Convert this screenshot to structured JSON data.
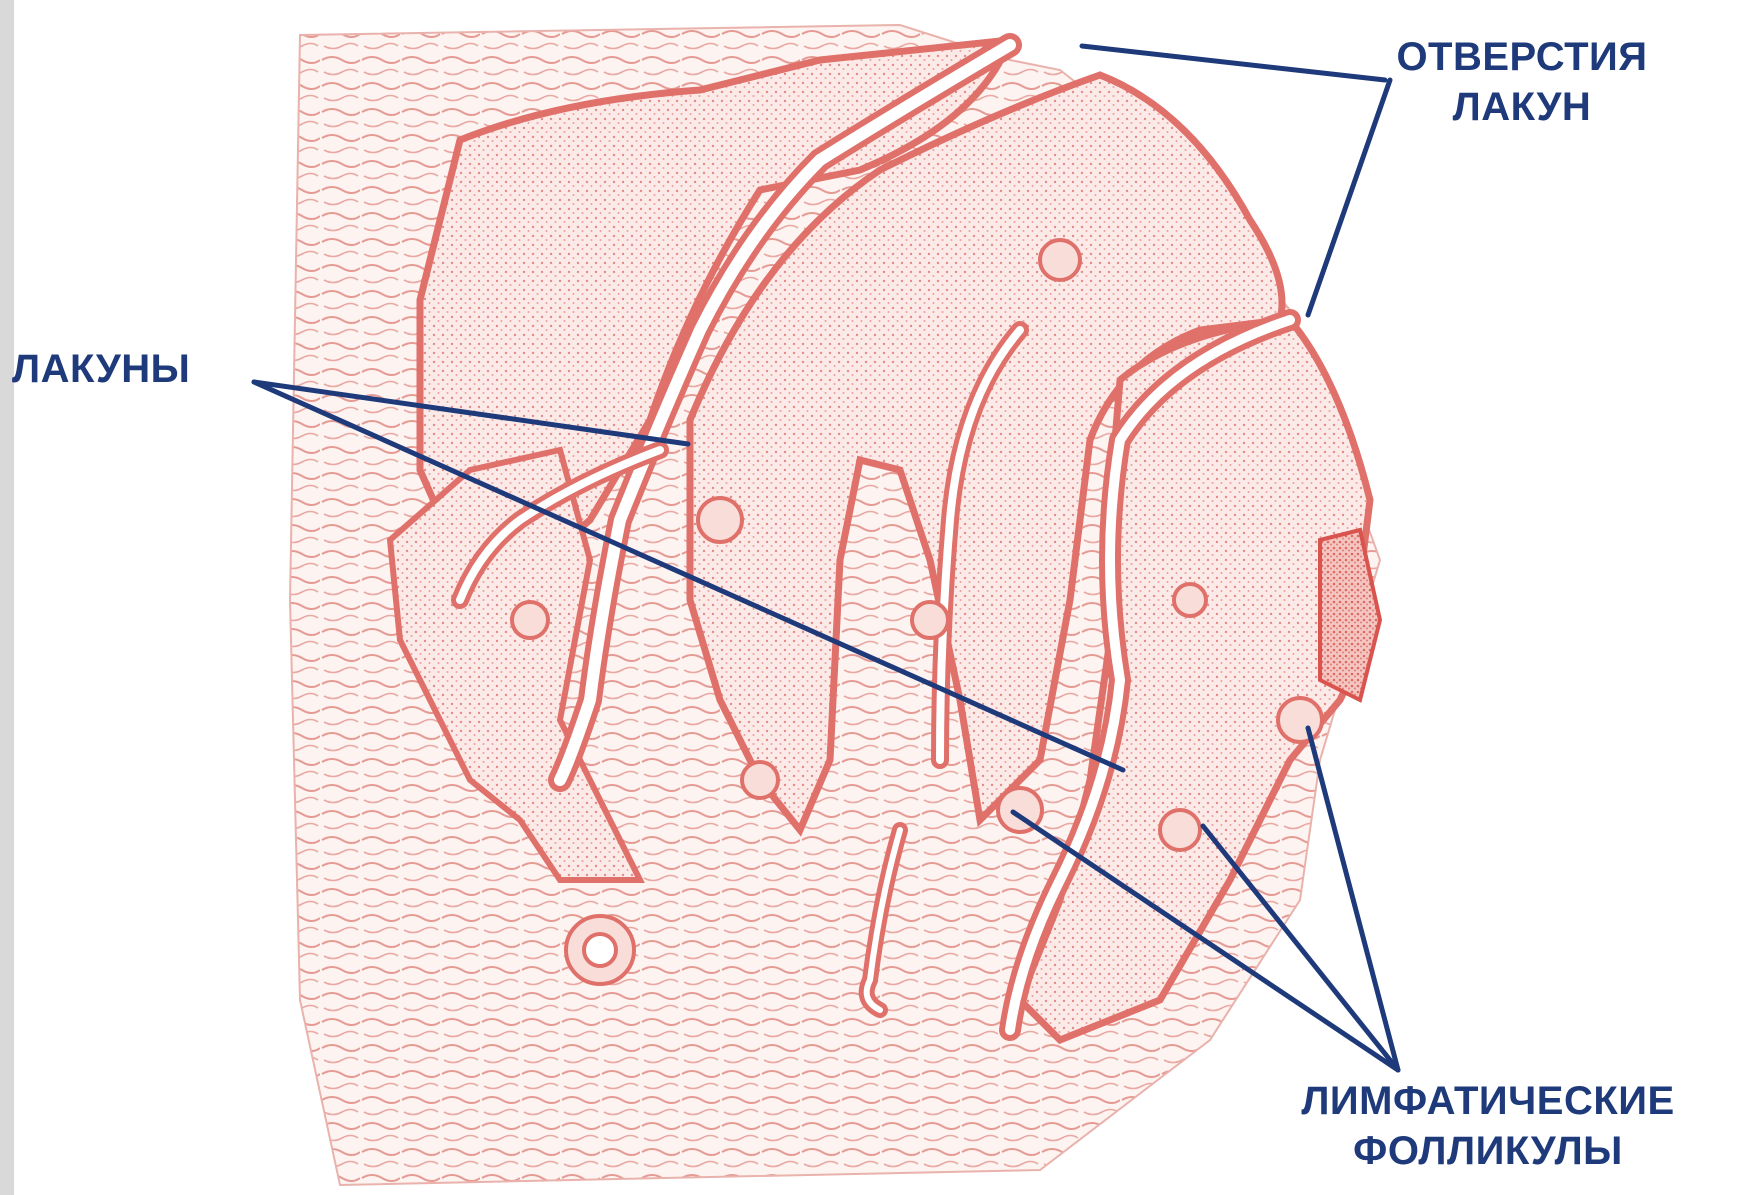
{
  "labels": {
    "openings": {
      "line1": "ОТВЕРСТИЯ",
      "line2": "ЛАКУН"
    },
    "lacunae": {
      "line1": "ЛАКУНЫ"
    },
    "follicles": {
      "line1": "ЛИМФАТИЧЕСКИЕ",
      "line2": "ФОЛЛИКУЛЫ"
    }
  },
  "colors": {
    "tissue": "#e8857f",
    "tissue_dark": "#d9534f",
    "tissue_light": "#f6cbc6",
    "leader_lines": "#1e3a7a",
    "background": "#ffffff"
  }
}
